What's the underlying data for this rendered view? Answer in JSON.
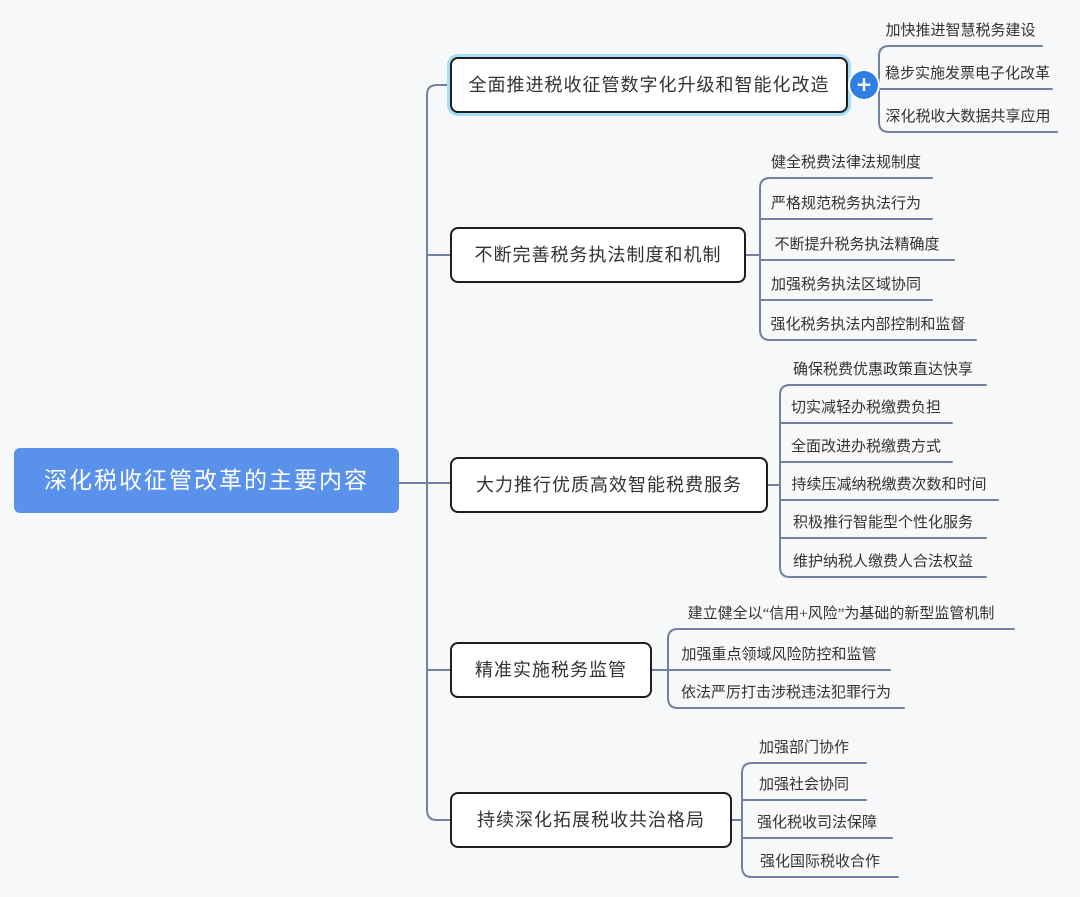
{
  "title": "深化税收征管改革的主要内容",
  "root": {
    "label": "深化税收征管改革的主要内容"
  },
  "branches": [
    {
      "label": "全面推进税收征管数字化升级和智能化改造",
      "selected": true,
      "expand_symbol": "+",
      "children": [
        "加快推进智慧税务建设",
        "稳步实施发票电子化改革",
        "深化税收大数据共享应用"
      ]
    },
    {
      "label": "不断完善税务执法制度和机制",
      "selected": false,
      "children": [
        "健全税费法律法规制度",
        "严格规范税务执法行为",
        "不断提升税务执法精确度",
        "加强税务执法区域协同",
        "强化税务执法内部控制和监督"
      ]
    },
    {
      "label": "大力推行优质高效智能税费服务",
      "selected": false,
      "children": [
        "确保税费优惠政策直达快享",
        "切实减轻办税缴费负担",
        "全面改进办税缴费方式",
        "持续压减纳税缴费次数和时间",
        "积极推行智能型个性化服务",
        "维护纳税人缴费人合法权益"
      ]
    },
    {
      "label": "精准实施税务监管",
      "selected": false,
      "children": [
        "建立健全以“信用+风险”为基础的新型监管机制",
        "加强重点领域风险防控和监管",
        "依法严厉打击涉税违法犯罪行为"
      ]
    },
    {
      "label": "持续深化拓展税收共治格局",
      "selected": false,
      "children": [
        "加强部门协作",
        "加强社会协同",
        "强化税收司法保障",
        "强化国际税收合作"
      ]
    }
  ],
  "colors": {
    "root_fill": "#5a92eb",
    "root_text": "#ffffff",
    "topic_border": "#1e1e1e",
    "topic_text": "#333333",
    "connector": "#72819f",
    "expand_button": "#2e7fe1",
    "selection_halo": "#a6dcf5",
    "background": "#f7f8f9"
  }
}
